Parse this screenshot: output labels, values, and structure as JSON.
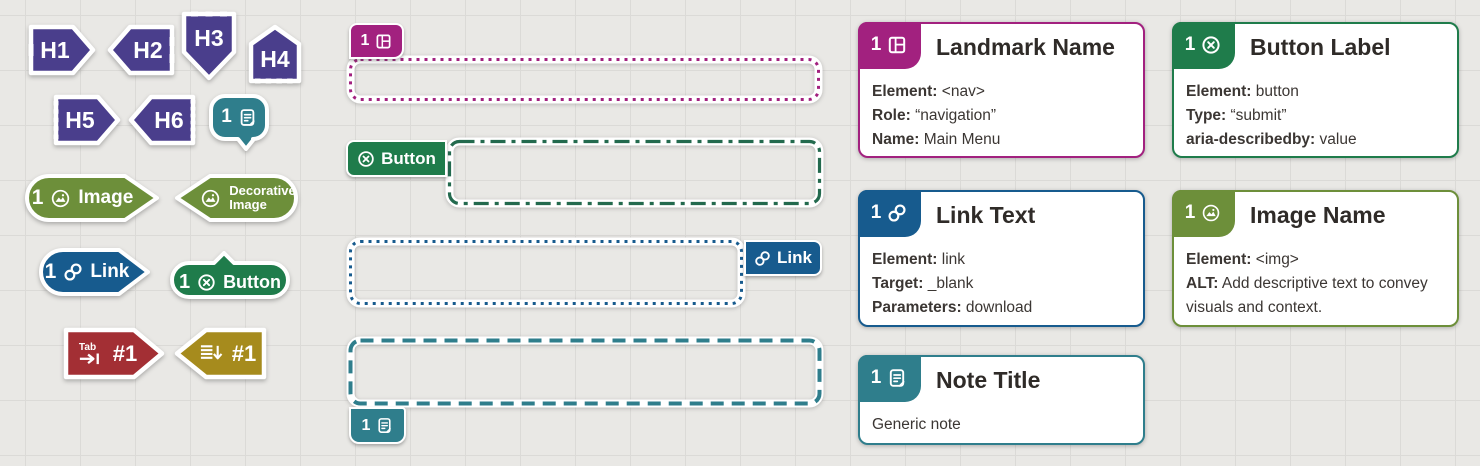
{
  "colors": {
    "purple": "#4a3e8c",
    "teal": "#2f7e8c",
    "olive": "#6d8f3a",
    "blue": "#175b8e",
    "green": "#1f7c4b",
    "green_box_border": "#236a4e",
    "magenta": "#a2217f",
    "red": "#a32f34",
    "gold": "#a68b1d",
    "background": "#e9e8e5",
    "grid_line": "#dbdad7"
  },
  "headings": {
    "h1": "H1",
    "h2": "H2",
    "h3": "H3",
    "h4": "H4",
    "h5": "H5",
    "h6": "H6"
  },
  "markers": {
    "note": {
      "count": "1",
      "icon": "note-icon"
    },
    "image": {
      "count": "1",
      "label": "Image",
      "icon": "image-icon"
    },
    "decorative_image": {
      "line1": "Decorative",
      "line2": "Image",
      "icon": "image-icon"
    },
    "link": {
      "count": "1",
      "label": "Link",
      "icon": "link-icon"
    },
    "button": {
      "count": "1",
      "label": "Button",
      "icon": "button-icon"
    },
    "tab": {
      "icon_text": "Tab",
      "label": "#1",
      "icon": "tab-order-icon"
    },
    "list": {
      "label": "#1",
      "icon": "list-order-icon"
    }
  },
  "overlays": {
    "landmark": {
      "count": "1",
      "icon": "landmark-icon"
    },
    "button": {
      "label": "Button",
      "icon": "button-icon"
    },
    "link": {
      "label": "Link",
      "icon": "link-icon"
    },
    "note": {
      "count": "1",
      "icon": "note-icon"
    }
  },
  "cards": [
    {
      "count": "1",
      "title": "Landmark Name",
      "icon": "landmark-icon",
      "lines": [
        {
          "label": "Element:",
          "value": "<nav>"
        },
        {
          "label": "Role:",
          "value": "“navigation”"
        },
        {
          "label": "Name:",
          "value": "Main Menu"
        }
      ]
    },
    {
      "count": "1",
      "title": "Button Label",
      "icon": "button-icon",
      "lines": [
        {
          "label": "Element:",
          "value": "button"
        },
        {
          "label": "Type:",
          "value": "“submit”"
        },
        {
          "label": "aria-describedby:",
          "value": "value"
        }
      ]
    },
    {
      "count": "1",
      "title": "Link Text",
      "icon": "link-icon",
      "lines": [
        {
          "label": "Element:",
          "value": "link"
        },
        {
          "label": "Target:",
          "value": "_blank"
        },
        {
          "label": "Parameters:",
          "value": "download"
        }
      ]
    },
    {
      "count": "1",
      "title": "Image Name",
      "icon": "image-icon",
      "lines": [
        {
          "label": "Element:",
          "value": "<img>"
        },
        {
          "label": "ALT:",
          "value": "Add descriptive text to convey visuals and context."
        }
      ]
    },
    {
      "count": "1",
      "title": "Note Title",
      "icon": "note-icon",
      "lines": [
        {
          "label": "",
          "value": "Generic note"
        }
      ]
    }
  ]
}
